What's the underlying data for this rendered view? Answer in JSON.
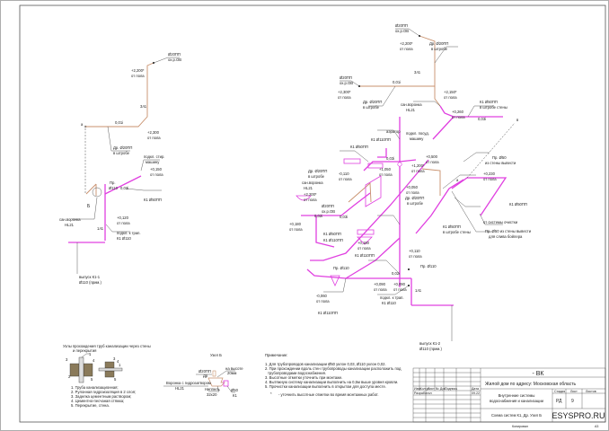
{
  "title_block": {
    "code": "- ВК",
    "object": "Жилой дом по адресу: Московская область",
    "system_title_line1": "Внутренние системы",
    "system_title_line2": "водоснабжения и канализации",
    "sheet_title": "Схема систем К1, Др. Узел Б",
    "stage_header": "Стадия",
    "sheet_header": "Лист",
    "sheets_header": "Листов",
    "stage": "РД",
    "sheet": "9",
    "sheets": "",
    "company": "ESYSPRO.RU",
    "columns": [
      "Изм.",
      "Кол.уч.",
      "Лист",
      "№ Док.",
      "Подпись",
      "Дата"
    ],
    "developer_label": "Разработал",
    "date": "09.22",
    "copied_label": "Копировал",
    "format_label": "А3"
  },
  "notes": {
    "heading": "Примечание:",
    "items": [
      "1. Для трубопроводов канализации Ø50 уклон 0,03, Ø110 уклон 0,02.",
      "2. При прохождении вдоль стен трубопроводы канализации расположить под",
      "трубопроводами водоснабжения.",
      "3. Высотные отметки уточнить при монтаже.",
      "4. Вытяжную систему канализации выполнить на 0,5м выше уровня кровли.",
      "5. Прочистки канализации выполнить в открытом для доступа месте."
    ],
    "asterisk_note": "- уточнить высотные отметки во время монтажных работ."
  },
  "crossing_detail": {
    "title_line1": "Узлы прохождения труб канализации через стены",
    "title_line2": "и перекрытия",
    "legend": [
      "1. Труба канализационная;",
      "2. Рулонная гидроизоляция в 2 слоя;",
      "3. Заделка цементным раствором;",
      "4. Цементно-песчаная стяжка;",
      "5. Перекрытие, стена."
    ],
    "callouts": [
      "1",
      "2",
      "3",
      "4",
      "5"
    ]
  },
  "node_b": {
    "title": "Узел Б",
    "labels": {
      "pipe_top": "Ø20ПП",
      "pipe_top_sub": "Др",
      "funnel": "Воронка с гидрозатвором",
      "funnel_sub": "HL21",
      "height_label": "на высоте",
      "height_value": "20мм",
      "nipple": "Ниппель",
      "nipple_sub": "32х20",
      "k1": "Ø50",
      "k1_sub": "К1"
    }
  },
  "scheme_left": {
    "labels": [
      {
        "top": "Ø20ПП",
        "bottom": "ох.р.ОВ"
      },
      {
        "top": "+2,200*",
        "bottom": "от пола"
      },
      {
        "top": "3л1",
        "bottom": ""
      },
      {
        "top": "0,01i",
        "bottom": ""
      },
      {
        "top": "+2,300",
        "bottom": "от пола"
      },
      {
        "top": "Др. Ø20ПП",
        "bottom": "в штробе"
      },
      {
        "top": "подкл. стир.",
        "bottom": "машину"
      },
      {
        "top": "+0,150",
        "bottom": "от пола"
      },
      {
        "top": "Пр.",
        "bottom": "Ø110"
      },
      {
        "top": "0,03i",
        "bottom": ""
      },
      {
        "top": "К1 Ø50ПП",
        "bottom": ""
      },
      {
        "top": "Б",
        "bottom": ""
      },
      {
        "top": "сан.воронка",
        "bottom": "HL21"
      },
      {
        "top": "+0,120",
        "bottom": "от пола"
      },
      {
        "top": "1л1",
        "bottom": ""
      },
      {
        "top": "подкл. к трап.",
        "bottom": "К1 Ø110"
      },
      {
        "top": "выпуск К1-1",
        "bottom": "Ø110 (прим.)"
      },
      {
        "top": "а",
        "bottom": ""
      }
    ]
  },
  "scheme_right": {
    "labels": [
      {
        "top": "Ø20ПП",
        "bottom": "ох.р.ОВ"
      },
      {
        "top": "+2,200*",
        "bottom": "от пола"
      },
      {
        "top": "Др. Ø20ПП",
        "bottom": "в штробе"
      },
      {
        "top": "3л1",
        "bottom": ""
      },
      {
        "top": "Ø20ПП",
        "bottom": "ох.р.ОВ"
      },
      {
        "top": "+2,300*",
        "bottom": "от пола"
      },
      {
        "top": "0,01i",
        "bottom": ""
      },
      {
        "top": "Др. Ø20ПП",
        "bottom": "в штробе"
      },
      {
        "top": "+2,150*",
        "bottom": "от пола"
      },
      {
        "top": "сан.воронка",
        "bottom": "HL21"
      },
      {
        "top": "+0,260",
        "bottom": "от пола"
      },
      {
        "top": "К1 Ø50ПП",
        "bottom": "в штробе стены"
      },
      {
        "top": "0,03i",
        "bottom": ""
      },
      {
        "top": "аэратор",
        "bottom": ""
      },
      {
        "top": "подкл. посуд.",
        "bottom": "машину"
      },
      {
        "top": "К1 Ø110ПП",
        "bottom": ""
      },
      {
        "top": "+0,500",
        "bottom": "от пола"
      },
      {
        "top": "К1 Ø50ПП",
        "bottom": ""
      },
      {
        "top": "0,03i",
        "bottom": ""
      },
      {
        "top": "+1,050",
        "bottom": "от пола"
      },
      {
        "top": "Др. Ø20ПП",
        "bottom": "в штробе"
      },
      {
        "top": "-0,110",
        "bottom": "от пола"
      },
      {
        "top": "сан.воронка",
        "bottom": "HL21"
      },
      {
        "top": "+2,200*",
        "bottom": "от пола"
      },
      {
        "top": "+1,200*",
        "bottom": "от пола"
      },
      {
        "top": "+0,050",
        "bottom": "от пола"
      },
      {
        "top": "Ø20ПП",
        "bottom": "ох.р.ОВ"
      },
      {
        "top": "Др. Ø20ПП",
        "bottom": "в штробе"
      },
      {
        "top": "0,02i",
        "bottom": ""
      },
      {
        "top": "0,03i",
        "bottom": ""
      },
      {
        "top": "+0,180",
        "bottom": "от пола"
      },
      {
        "top": "К1 Ø50ПП",
        "bottom": ""
      },
      {
        "top": "К1 Ø110ПП",
        "bottom": ""
      },
      {
        "top": "+0,180",
        "bottom": "от пола"
      },
      {
        "top": "К1 Ø110ПП",
        "bottom": ""
      },
      {
        "top": "+0,110",
        "bottom": "от пола"
      },
      {
        "top": "Пр. Ø110",
        "bottom": ""
      },
      {
        "top": "0,02i",
        "bottom": ""
      },
      {
        "top": "+0,090",
        "bottom": "от пола"
      },
      {
        "top": "+0,090",
        "bottom": "от пола"
      },
      {
        "top": "Пр. Ø110",
        "bottom": ""
      },
      {
        "top": "1л1",
        "bottom": ""
      },
      {
        "top": "подкл. к трап.",
        "bottom": "К1 Ø110"
      },
      {
        "top": "-0,060",
        "bottom": "от пола"
      },
      {
        "top": "К1 Ø110ПП",
        "bottom": ""
      },
      {
        "top": "выпуск К1-2",
        "bottom": "Ø110 (прим.)"
      },
      {
        "top": "К1 Ø50ПП",
        "bottom": "в штробе стены"
      },
      {
        "top": "Пр. Ø50",
        "bottom": "из стены вывести"
      },
      {
        "top": "+0,230",
        "bottom": "от пола"
      },
      {
        "top": "К1 Ø50ПП",
        "bottom": ""
      },
      {
        "top": "от системы очистки",
        "bottom": ""
      },
      {
        "top": "Пр. Ø50 из стены вывести",
        "bottom": "для слива бойлера"
      },
      {
        "top": "а",
        "bottom": ""
      },
      {
        "top": "в",
        "bottom": ""
      }
    ]
  }
}
